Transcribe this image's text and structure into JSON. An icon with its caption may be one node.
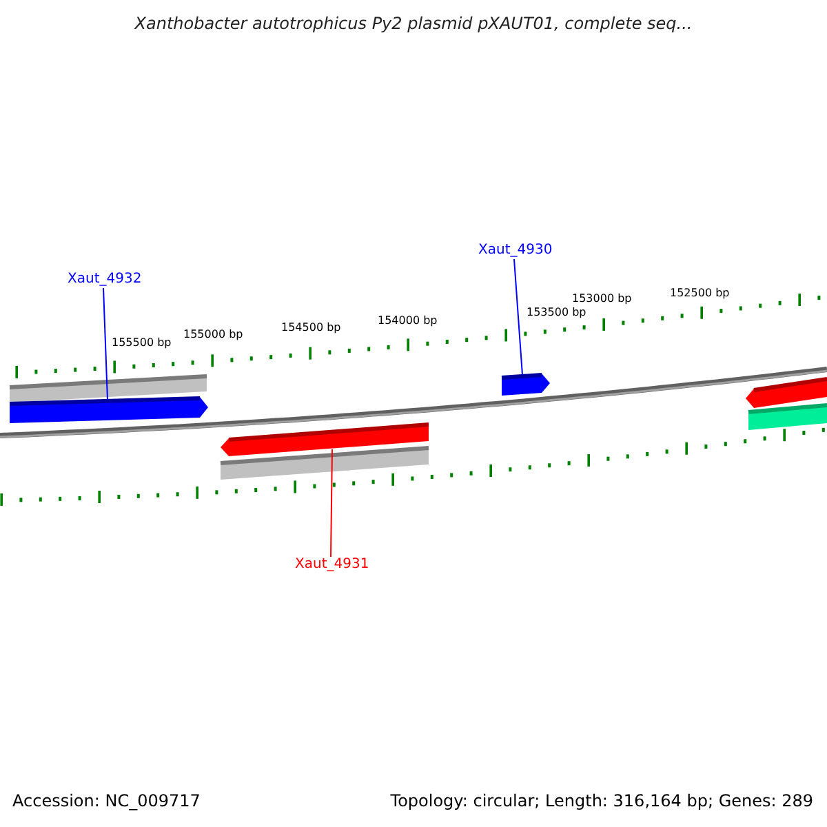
{
  "diagram": {
    "title": "Xanthobacter autotrophicus Py2 plasmid pXAUT01, complete seq...",
    "nodes": [
      {
        "text": [
          "Xaut_4932"
        ]
      },
      {
        "text": [
          "Xaut_4930"
        ]
      },
      {
        "text": [
          "Xaut_4931"
        ]
      },
      {
        "text": [],
        "shape": "arrow"
      },
      {
        "text": [],
        "shape": "arrow"
      },
      {
        "text": [],
        "shape": "arrow"
      }
    ],
    "edges": [
      {
        "from": 0,
        "to": 3,
        "arrow": "none",
        "color": "#0000ff"
      },
      {
        "from": 1,
        "to": 4,
        "arrow": "none",
        "color": "#0000ff"
      },
      {
        "from": 2,
        "to": 5,
        "arrow": "none",
        "color": "#ff0000"
      }
    ],
    "labels": [
      "155500 bp",
      "155000 bp",
      "154500 bp",
      "154000 bp",
      "153500 bp",
      "153000 bp",
      "152500 bp",
      "Accession: NC_009717",
      "Topology: circular; Length: 316,164 bp; Genes: 289"
    ]
  }
}
